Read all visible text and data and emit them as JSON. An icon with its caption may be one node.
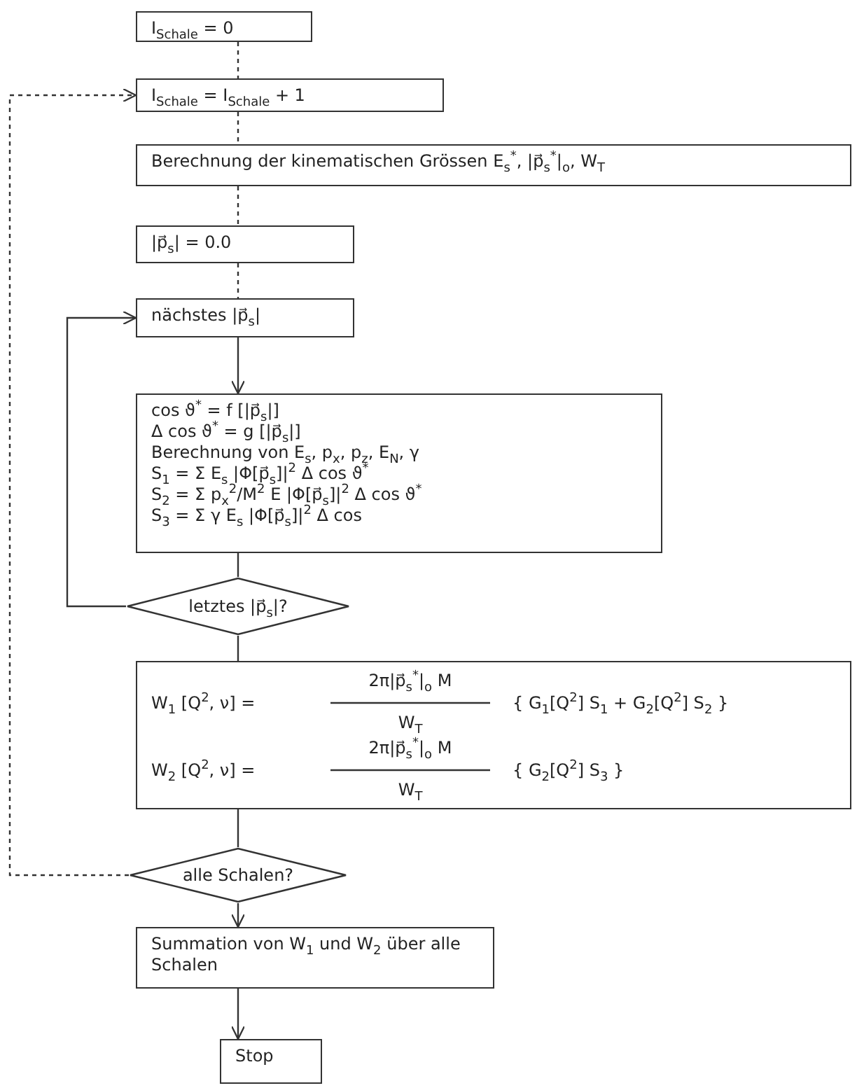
{
  "diagram": {
    "nodes": [
      {
        "text": [
          "I$_{Schale}$ = 0"
        ]
      },
      {
        "text": [
          "I$_{Schale}$ = I$_{Schale}$ + 1"
        ]
      },
      {
        "text": [
          "Berechnung der kinematischen Grössen E$_{s}$$^{*}$, |p⃗$_{s}$$^{*}$|$_{o}$, W$_{T}$"
        ]
      },
      {
        "text": [
          "|p⃗$_{s}$| = 0.0"
        ]
      },
      {
        "text": [
          "nächstes |p⃗$_{s}$|"
        ]
      },
      {
        "text": [
          "cos ϑ$^{*}$ = f [|p⃗$_{s}$|]",
          "Δ cos ϑ$^{*}$ = g [|p⃗$_{s}$|]",
          "Berechnung von E$_{s}$, p$_{x}$, p$_{z}$, E$_{N}$, γ",
          "S$_{1}$ = Σ E$_{s}$ |Φ[p⃗$_{s}$]|$^{2}$ Δ cos ϑ$^{*}$",
          "S$_{2}$ = Σ p$_{x}$$^{2}$/M$^{2}$ E |Φ[p⃗$_{s}$]|$^{2}$ Δ cos ϑ$^{*}$",
          "S$_{3}$ = Σ γ E$_{s}$ |Φ[p⃗$_{s}$]|$^{2}$ Δ cos"
        ]
      },
      {
        "text": [
          "letztes |p⃗$_{s}$|?"
        ]
      },
      {
        "text": [
          "W$_{1}$ [Q$^{2}$, ν] =",
          "2π|p⃗$_{s}$$^{*}$|$_{o}$ M",
          "W$_{T}$",
          "{ G$_{1}$[Q$^{2}$] S$_{1}$ + G$_{2}$[Q$^{2}$] S$_{2}$ }",
          "W$_{2}$ [Q$^{2}$, ν] =",
          "2π|p⃗$_{s}$$^{*}$|$_{o}$ M",
          "W$_{T}$",
          "{ G$_{2}$[Q$^{2}$] S$_{3}$ }"
        ]
      },
      {
        "text": [
          "alle Schalen?"
        ]
      },
      {
        "text": [
          "Summation von W$_{1}$ und W$_{2}$ über alle Schalen"
        ]
      },
      {
        "text": [
          "Stop"
        ]
      }
    ],
    "edges": [
      {
        "from": 0,
        "to": 1,
        "arrow": "none",
        "style": "dashed"
      },
      {
        "from": 1,
        "to": 2,
        "arrow": "none",
        "style": "dashed"
      },
      {
        "from": 2,
        "to": 3,
        "arrow": "none",
        "style": "dashed"
      },
      {
        "from": 3,
        "to": 4,
        "arrow": "none",
        "style": "dashed"
      },
      {
        "from": 4,
        "to": 5,
        "arrow": "to"
      },
      {
        "from": 5,
        "to": 6,
        "arrow": "none"
      },
      {
        "from": 6,
        "to": 4,
        "arrow": "to"
      },
      {
        "from": 6,
        "to": 7,
        "arrow": "none"
      },
      {
        "from": 7,
        "to": 8,
        "arrow": "none"
      },
      {
        "from": 8,
        "to": 1,
        "arrow": "to",
        "style": "dashed"
      },
      {
        "from": 8,
        "to": 9,
        "arrow": "to"
      },
      {
        "from": 9,
        "to": 10,
        "arrow": "to"
      }
    ]
  }
}
